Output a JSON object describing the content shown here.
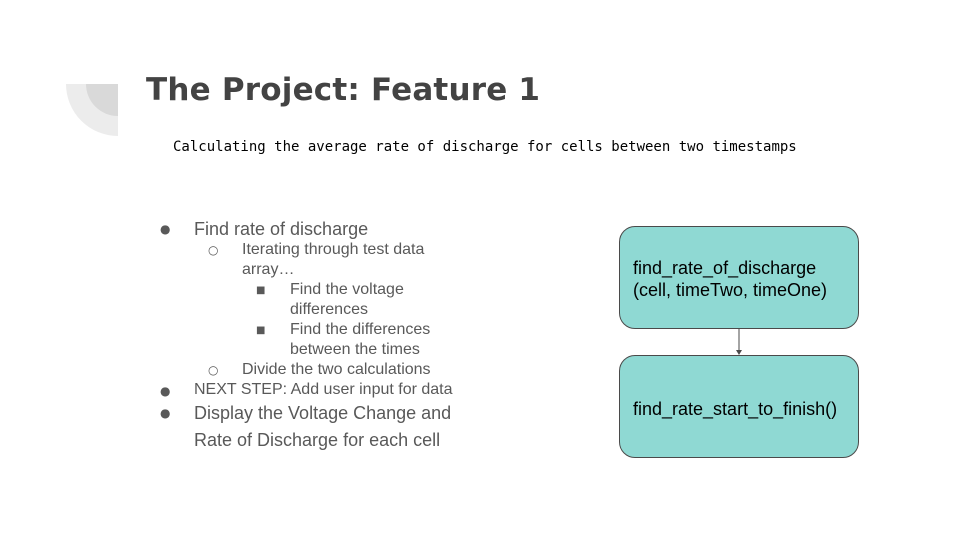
{
  "slide": {
    "title": "The Project: Feature 1",
    "subtitle": "Calculating the average rate of discharge for cells between two timestamps"
  },
  "bullets": {
    "b1": "Find rate of discharge",
    "b1_1_line1": "Iterating through test data",
    "b1_1_line2": "array…",
    "b1_1_1_line1": "Find the voltage",
    "b1_1_1_line2": "differences",
    "b1_1_2_line1": "Find the differences",
    "b1_1_2_line2": "between the times",
    "b1_2": "Divide the two calculations",
    "b2": "NEXT STEP: Add user input for data",
    "b3_line1": "Display the Voltage Change and",
    "b3_line2": "Rate of Discharge for each cell"
  },
  "flowchart": {
    "box1_line1": "find_rate_of_discharge",
    "box1_line2": "(cell, timeTwo, timeOne)",
    "box2_line1": "find_rate_start_to_finish()"
  },
  "colors": {
    "title": "#434343",
    "body_text": "#595959",
    "box_fill": "#8fd9d3",
    "box_border": "#4a4a4a",
    "deco_outer": "#ececec",
    "deco_inner": "#d9d9d9"
  },
  "markers": {
    "disc": "●",
    "circle": "○",
    "square": "■"
  }
}
